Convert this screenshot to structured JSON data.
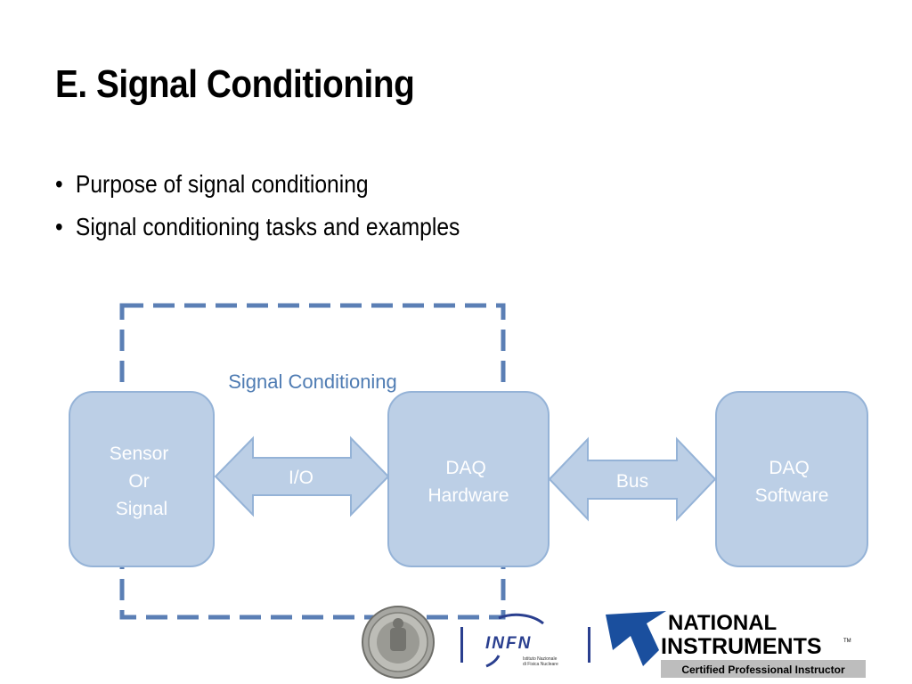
{
  "slide": {
    "title": "E. Signal Conditioning",
    "bullets": [
      "Purpose of signal conditioning",
      "Signal conditioning tasks and examples"
    ]
  },
  "diagram": {
    "region_label": "Signal Conditioning",
    "nodes": {
      "sensor": [
        "Sensor",
        "Or",
        "Signal"
      ],
      "daq_hardware": [
        "DAQ",
        "Hardware"
      ],
      "daq_software": [
        "DAQ",
        "Software"
      ]
    },
    "connections": {
      "io": "I/O",
      "bus": "Bus"
    },
    "colors": {
      "box_fill": "#bccfe6",
      "box_stroke": "#95b3d7",
      "dashed_border": "#5b7fb5",
      "label_text": "#4f7cb3"
    }
  },
  "footer": {
    "infn_name": "INFN",
    "infn_subtitle_1": "Istituto Nazionale",
    "infn_subtitle_2": "di Fisica Nucleare",
    "ni_name_1": "NATIONAL",
    "ni_name_2": "INSTRUMENTS",
    "ni_tm": "TM",
    "ni_badge": "Certified Professional Instructor"
  }
}
